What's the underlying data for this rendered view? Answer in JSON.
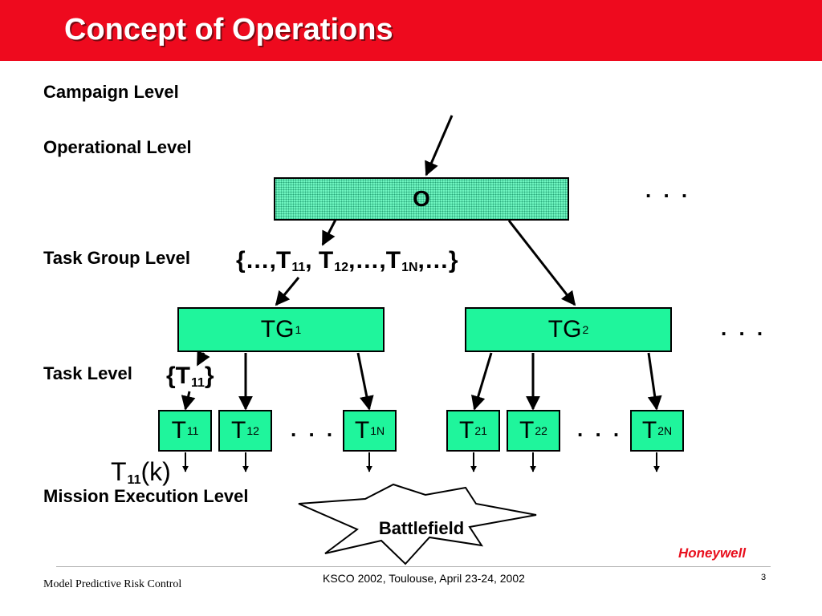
{
  "title": "Concept of Operations",
  "levels": {
    "campaign": "Campaign Level",
    "operational": "Operational Level",
    "task_group": "Task Group Level",
    "task": "Task Level",
    "mission": "Mission Execution Level"
  },
  "operation_box": "O",
  "task_group_set": {
    "open": "{…,T",
    "s1": "11",
    "mid1": ", T",
    "s2": "12",
    "mid2": ",…,T",
    "s3": "1N",
    "close": ",…}"
  },
  "task_groups": [
    {
      "base": "TG",
      "sub": "1"
    },
    {
      "base": "TG",
      "sub": "2"
    }
  ],
  "task_set": {
    "open": "{T",
    "sub": "11",
    "close": "}"
  },
  "tasks": [
    {
      "base": "T",
      "sub": "11"
    },
    {
      "base": "T",
      "sub": "12"
    },
    {
      "base": "T",
      "sub": "1N"
    },
    {
      "base": "T",
      "sub": "21"
    },
    {
      "base": "T",
      "sub": "22"
    },
    {
      "base": "T",
      "sub": "2N"
    }
  ],
  "mission_label": {
    "base": "T",
    "sub": "11",
    "suffix": "(k)"
  },
  "ellipsis": ". . .",
  "battlefield": "Battlefield",
  "footer": {
    "left": "Model Predictive Risk Control",
    "center": "KSCO 2002, Toulouse, April 23-24, 2002",
    "page": "3",
    "logo": "Honeywell"
  },
  "colors": {
    "header_red": "#ee0a1e",
    "box_green": "#1ff59c",
    "operation_green": "#6ff5c0",
    "logo_red": "#e8101e"
  }
}
